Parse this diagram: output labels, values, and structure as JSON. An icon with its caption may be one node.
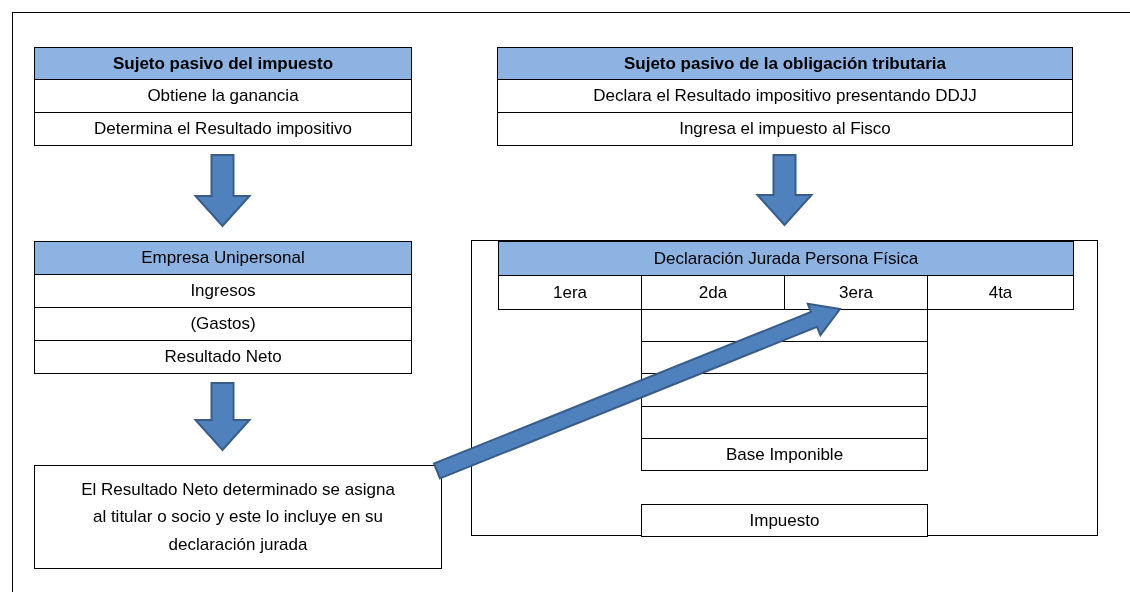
{
  "diagram": {
    "nodes": [
      {
        "text": [
          "Sujeto pasivo del impuesto"
        ]
      },
      {
        "text": [
          "Obtiene la ganancia"
        ]
      },
      {
        "text": [
          "Determina el Resultado impositivo"
        ]
      },
      {
        "text": [
          "Sujeto pasivo de la obligación tributaria"
        ]
      },
      {
        "text": [
          "Declara el Resultado impositivo presentando DDJJ"
        ]
      },
      {
        "text": [
          "Ingresa el impuesto al Fisco"
        ]
      },
      {
        "text": [
          "Empresa Unipersonal"
        ]
      },
      {
        "text": [
          "Ingresos"
        ]
      },
      {
        "text": [
          "(Gastos)"
        ]
      },
      {
        "text": [
          "Resultado Neto"
        ]
      },
      {
        "text": [
          "El Resultado Neto determinado se asigna al titular o socio y este lo incluye en su declaración jurada"
        ]
      },
      {
        "text": [],
        "shape": "box"
      },
      {
        "text": [
          "Declaración Jurada Persona Física"
        ],
        "in": 11
      },
      {
        "text": [
          "1era"
        ],
        "in": 11
      },
      {
        "text": [
          "2da"
        ],
        "in": 11
      },
      {
        "text": [
          "3era"
        ],
        "in": 11
      },
      {
        "text": [
          "4ta"
        ],
        "in": 11
      },
      {
        "text": [],
        "shape": "box",
        "in": 11
      },
      {
        "text": [],
        "shape": "box",
        "in": 11
      },
      {
        "text": [],
        "shape": "box",
        "in": 11
      },
      {
        "text": [],
        "shape": "box",
        "in": 11
      },
      {
        "text": [
          "Base Imponible"
        ],
        "in": 11
      },
      {
        "text": [
          "Impuesto"
        ],
        "in": 11
      }
    ],
    "edges": [
      {
        "from": 2,
        "to": 6,
        "arrow": "to",
        "style": "thick"
      },
      {
        "from": 5,
        "to": 12,
        "arrow": "to",
        "style": "thick"
      },
      {
        "from": 9,
        "to": 10,
        "arrow": "to",
        "style": "thick"
      },
      {
        "from": 10,
        "to": 15,
        "arrow": "to",
        "style": "thick"
      }
    ]
  }
}
